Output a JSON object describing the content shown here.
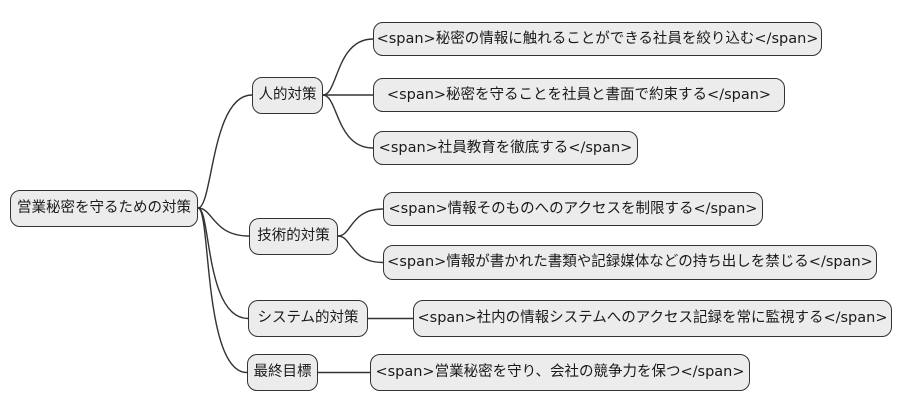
{
  "diagram": {
    "type": "mindmap",
    "colors": {
      "background": "#ffffff",
      "node_fill": "#ececec",
      "node_border": "#333333",
      "edge": "#333333",
      "text": "#1a1a1a"
    },
    "root": {
      "label": "営業秘密を守るための対策"
    },
    "branches": [
      {
        "label": "人的対策",
        "children": [
          {
            "label": "<span>秘密の情報に触れることができる社員を絞り込む</span>"
          },
          {
            "label": "<span>秘密を守ることを社員と書面で約束する</span>"
          },
          {
            "label": "<span>社員教育を徹底する</span>"
          }
        ]
      },
      {
        "label": "技術的対策",
        "children": [
          {
            "label": "<span>情報そのものへのアクセスを制限する</span>"
          },
          {
            "label": "<span>情報が書かれた書類や記録媒体などの持ち出しを禁じる</span>"
          }
        ]
      },
      {
        "label": "システム的対策",
        "children": [
          {
            "label": "<span>社内の情報システムへのアクセス記録を常に監視する</span>"
          }
        ]
      },
      {
        "label": "最終目標",
        "children": [
          {
            "label": "<span>営業秘密を守り、会社の競争力を保つ</span>"
          }
        ]
      }
    ]
  }
}
